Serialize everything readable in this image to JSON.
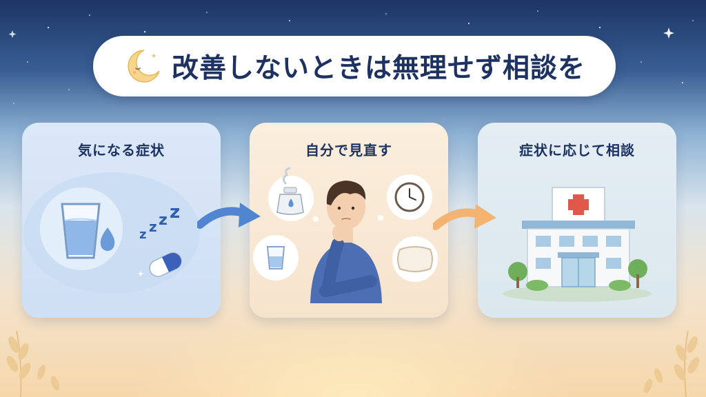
{
  "title": "改善しないときは無理せず相談を",
  "steps": [
    {
      "label": "気になる症状"
    },
    {
      "label": "自分で見直す"
    },
    {
      "label": "症状に応じて相談"
    }
  ],
  "icons": {
    "title": "crescent-moon-icon",
    "step1": [
      "water-glass-icon",
      "water-drop-icon",
      "sleep-zzz-icon",
      "capsule-pill-icon"
    ],
    "step2": [
      "humidifier-icon",
      "clock-icon",
      "water-glass-icon",
      "pillow-icon",
      "thinking-man-illustration"
    ],
    "step3": [
      "hospital-building-icon",
      "red-cross-icon"
    ]
  },
  "colors": {
    "title_text": "#1d3260",
    "arrow_blue": "#4f86cf",
    "arrow_orange": "#f3b472",
    "hospital_cross": "#e2574c"
  }
}
